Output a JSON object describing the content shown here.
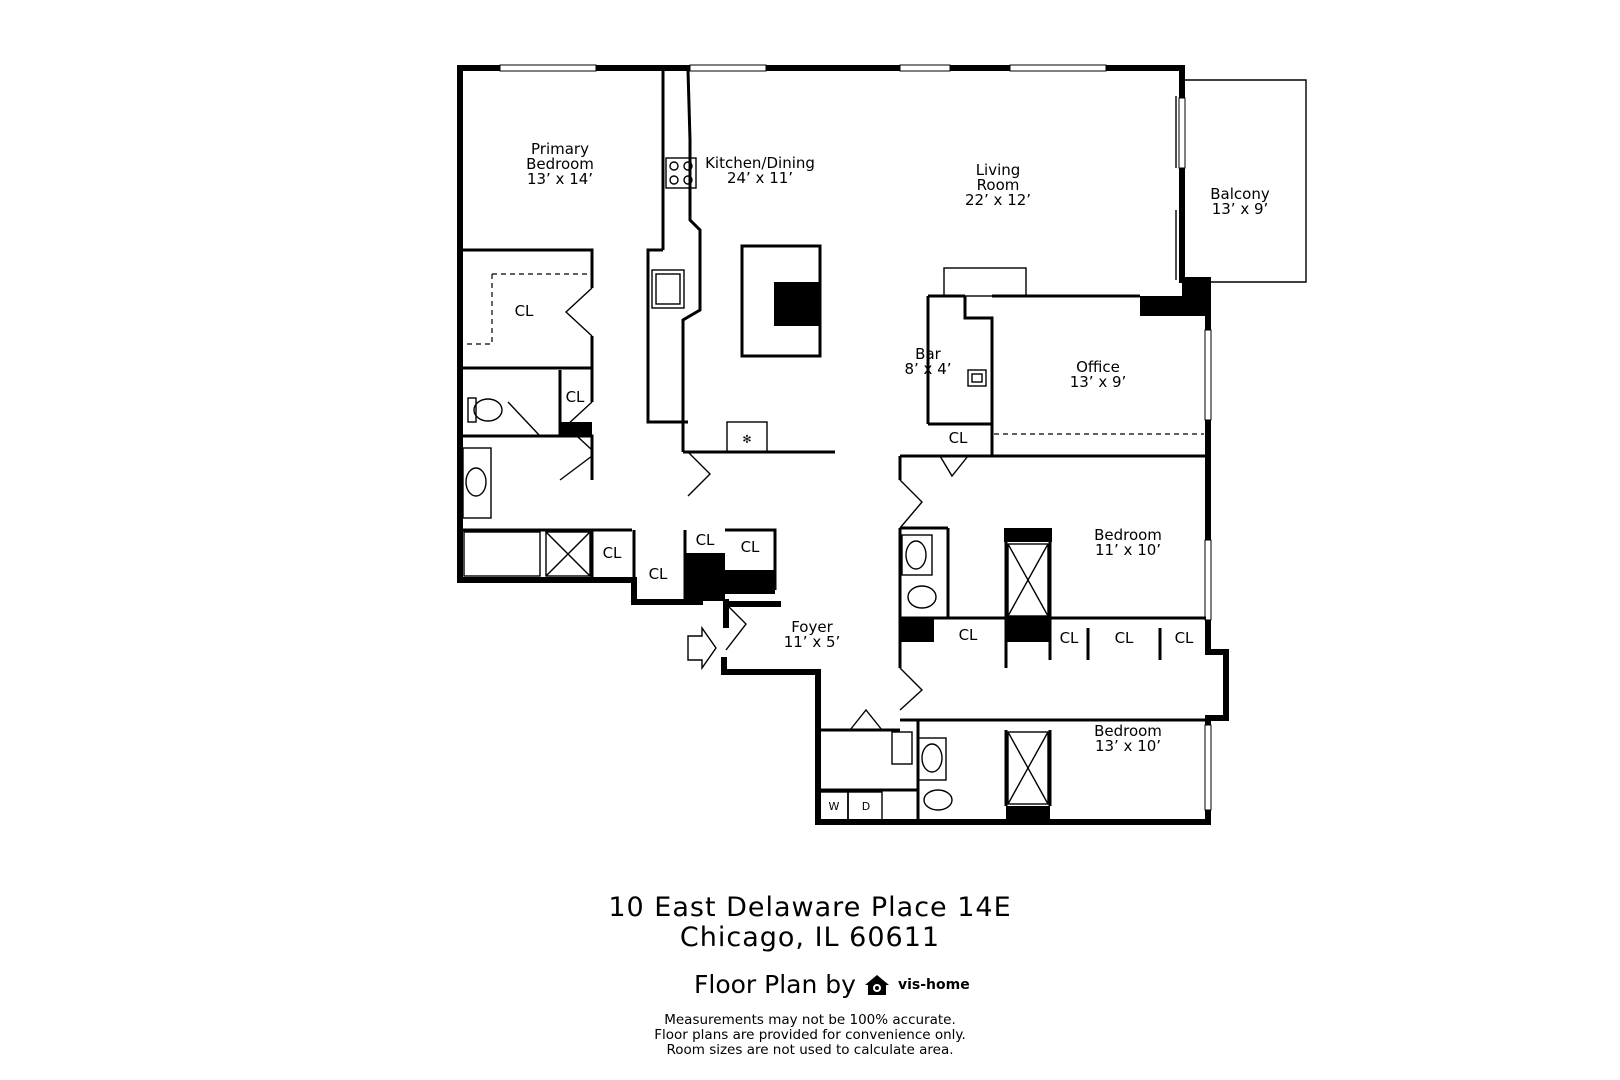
{
  "rooms": {
    "primary_bedroom": {
      "name_line1": "Primary",
      "name_line2": "Bedroom",
      "size": "13’ x 14’"
    },
    "kitchen_dining": {
      "name": "Kitchen/Dining",
      "size": "24’ x 11’"
    },
    "living_room": {
      "name_line1": "Living",
      "name_line2": "Room",
      "size": "22’ x 12’"
    },
    "balcony": {
      "name": "Balcony",
      "size": "13’ x 9’"
    },
    "bar": {
      "name": "Bar",
      "size": "8’ x 4’"
    },
    "office": {
      "name": "Office",
      "size": "13’ x 9’"
    },
    "bedroom_2": {
      "name": "Bedroom",
      "size": "11’ x 10’"
    },
    "bedroom_3": {
      "name": "Bedroom",
      "size": "13’ x 10’"
    },
    "foyer": {
      "name": "Foyer",
      "size": "11’ x 5’"
    }
  },
  "closet_label": "CL",
  "appliances": {
    "washer": "W",
    "dryer": "D"
  },
  "address": {
    "line1": "10 East Delaware Place 14E",
    "line2": "Chicago, IL 60611"
  },
  "credit": {
    "prefix": "Floor Plan by",
    "brand": "vis-home"
  },
  "disclaimer": [
    "Measurements may not be 100% accurate.",
    "Floor plans are provided for convenience only.",
    "Room sizes are not used to calculate area."
  ]
}
